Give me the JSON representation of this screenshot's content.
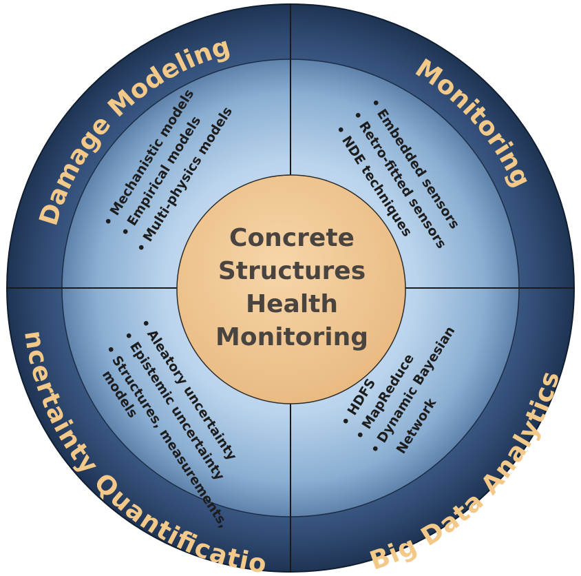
{
  "center": {
    "lines": [
      "Concrete",
      "Structures",
      "Health",
      "Monitoring"
    ]
  },
  "quadrants": {
    "damage_modeling": {
      "title": "Damage Modeling",
      "bullets": [
        "Mechanistic models",
        "Empirical models",
        "Multi-physics models"
      ]
    },
    "monitoring": {
      "title": "Monitoring",
      "bullets": [
        "Embedded sensors",
        "Retro-fitted sensors",
        "NDE techniques"
      ]
    },
    "uncertainty_quantification": {
      "title": "Uncertainty Quantification",
      "bullets": [
        "Aleatory uncertainty",
        "Epistemic uncertainty",
        "Structures, measurements,",
        "models"
      ]
    },
    "big_data_analytics": {
      "title": "Big Data Analytics",
      "bullets": [
        "HDFS",
        "MapReduce",
        "Dynamic Bayesian",
        "Network"
      ]
    }
  },
  "colors": {
    "outer_ring": "#2f4a6b",
    "inner_ring": "#a9c9e6",
    "center_disc": "#f1c794",
    "title_text": "#f3c98a",
    "center_text": "#4a4440",
    "divider": "#1a1a1a"
  }
}
